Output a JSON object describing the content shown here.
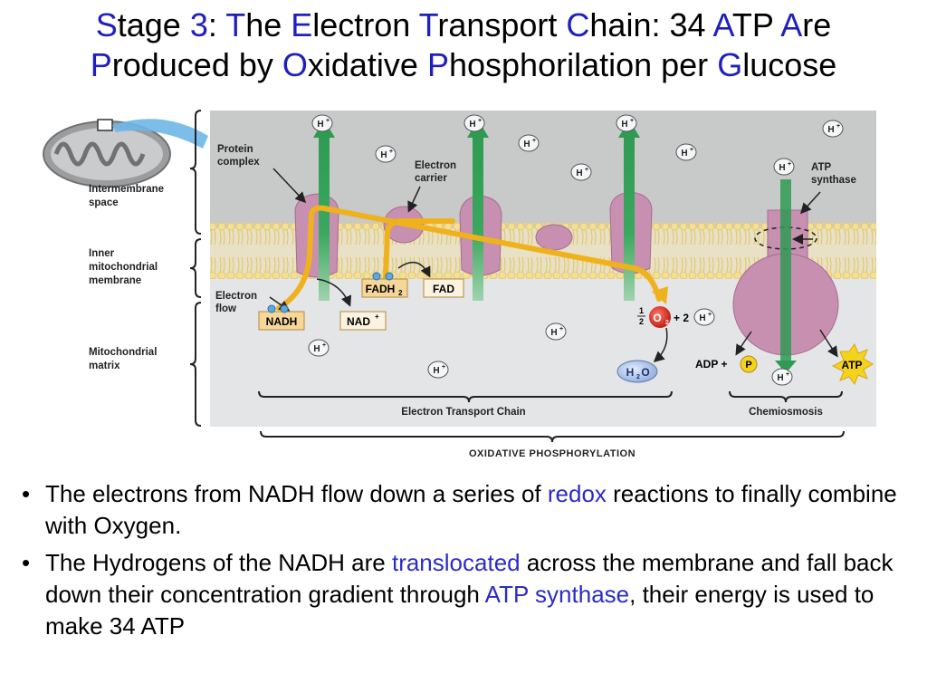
{
  "title": {
    "line1": [
      {
        "t": "S",
        "c": 1
      },
      {
        "t": "tage ",
        "c": 0
      },
      {
        "t": "3",
        "c": 1
      },
      {
        "t": ": ",
        "c": 0
      },
      {
        "t": "T",
        "c": 1
      },
      {
        "t": "he ",
        "c": 0
      },
      {
        "t": "E",
        "c": 1
      },
      {
        "t": "lectron ",
        "c": 0
      },
      {
        "t": "T",
        "c": 1
      },
      {
        "t": "ransport ",
        "c": 0
      },
      {
        "t": "C",
        "c": 1
      },
      {
        "t": "hain: 34 ",
        "c": 0
      },
      {
        "t": "A",
        "c": 1
      },
      {
        "t": "TP ",
        "c": 0
      },
      {
        "t": "A",
        "c": 1
      },
      {
        "t": "re",
        "c": 0
      }
    ],
    "line2": [
      {
        "t": "P",
        "c": 1
      },
      {
        "t": "roduced by ",
        "c": 0
      },
      {
        "t": "O",
        "c": 1
      },
      {
        "t": "xidative ",
        "c": 0
      },
      {
        "t": "P",
        "c": 1
      },
      {
        "t": "hosphorilation per ",
        "c": 0
      },
      {
        "t": "G",
        "c": 1
      },
      {
        "t": "lucose",
        "c": 0
      }
    ]
  },
  "figure": {
    "left_labels": {
      "intermembrane_1": "Intermembrane",
      "intermembrane_2": "space",
      "inner_1": "Inner",
      "inner_2": "mitochondrial",
      "inner_3": "membrane",
      "matrix_1": "Mitochondrial",
      "matrix_2": "matrix"
    },
    "labels": {
      "protein_complex_1": "Protein",
      "protein_complex_2": "complex",
      "electron_carrier_1": "Electron",
      "electron_carrier_2": "carrier",
      "electron_flow_1": "Electron",
      "electron_flow_2": "flow",
      "atp_synthase_1": "ATP",
      "atp_synthase_2": "synthase",
      "nadh": "NADH",
      "nad_plus": "NAD",
      "nad_plus_sup": "+",
      "fadh2": "FADH",
      "fadh2_sub": "2",
      "fad": "FAD",
      "half": "1",
      "half_den": "2",
      "o2": "O",
      "o2_sub": "2",
      "plus_2": "+ 2",
      "h2o": "H",
      "h2o_sub": "2",
      "h2o_o": "O",
      "adp_plus": "ADP +",
      "p": "P",
      "atp": "ATP",
      "h_ion": "H",
      "h_ion_sup": "+",
      "etc_brace": "Electron Transport Chain",
      "chemiosmosis": "Chemiosmosis",
      "oxphos": "OXIDATIVE PHOSPHORYLATION"
    },
    "colors": {
      "space": "#c8c9c9",
      "matrix": "#e2e4e6",
      "membrane": "#f2d98a",
      "protein": "#c78fb0",
      "arrow_green": "#2e9a52",
      "electron_path": "#f0b21c",
      "o2_red": "#d9342b",
      "atp_yellow": "#f4d21e"
    }
  },
  "bullets": [
    [
      {
        "t": "The electrons from NADH flow down a series of ",
        "hl": false
      },
      {
        "t": "redox",
        "hl": true
      },
      {
        "t": " reactions to finally combine with Oxygen.",
        "hl": false
      }
    ],
    [
      {
        "t": "The Hydrogens of the NADH are ",
        "hl": false
      },
      {
        "t": "translocated",
        "hl": true
      },
      {
        "t": " across the membrane and fall back down their concentration gradient through ",
        "hl": false
      },
      {
        "t": "ATP synthase",
        "hl": true
      },
      {
        "t": ", their energy is used to make 34 ATP",
        "hl": false
      }
    ]
  ],
  "bullet_symbol": "•"
}
